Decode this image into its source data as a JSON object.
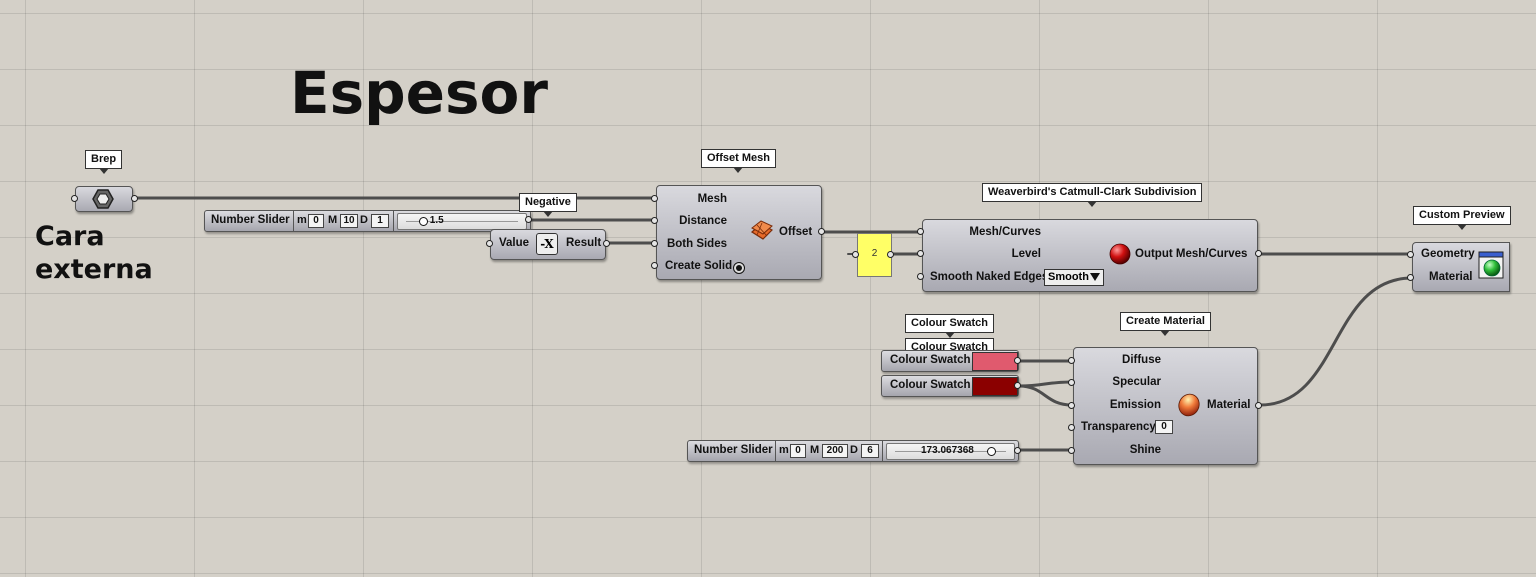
{
  "canvas": {
    "title": "Espesor",
    "side_label_line1": "Cara",
    "side_label_line2": "externa"
  },
  "brep": {
    "tag": "Brep",
    "icon": "brep-hexagon-icon"
  },
  "slider1": {
    "name": "Number Slider",
    "m_label": "m",
    "min": "0",
    "M_label": "M",
    "max": "10",
    "D_label": "D",
    "decimals": "1",
    "value": "1.5",
    "fraction": 0.15
  },
  "negative": {
    "tag": "Negative",
    "in_label": "Value",
    "out_label": "Result",
    "icon_text": "-X"
  },
  "offset_mesh": {
    "tag": "Offset Mesh",
    "inputs": [
      "Mesh",
      "Distance",
      "Both Sides",
      "Create Solid"
    ],
    "output": "Offset",
    "icon": "offset-mesh-icon"
  },
  "panel": {
    "value": "2",
    "color": "#ffff66"
  },
  "weaverbird": {
    "tag": "Weaverbird's Catmull-Clark Subdivision",
    "inputs": [
      "Mesh/Curves",
      "Level",
      "Smooth Naked Edges"
    ],
    "dropdown_value": "Smooth",
    "output": "Output Mesh/Curves",
    "icon": "weaverbird-red-ball-icon"
  },
  "custom_preview": {
    "tag": "Custom Preview",
    "inputs": [
      "Geometry",
      "Material"
    ],
    "icon": "custom-preview-icon"
  },
  "swatches": {
    "tag1": "Colour Swatch",
    "tag2": "Colour Swatch",
    "items": [
      {
        "label": "Colour Swatch",
        "color": "#e05a6e"
      },
      {
        "label": "Colour Swatch",
        "color": "#8b0000"
      }
    ]
  },
  "create_material": {
    "tag": "Create Material",
    "inputs": [
      "Diffuse",
      "Specular",
      "Emission",
      "Transparency",
      "Shine"
    ],
    "transparency_value": "0",
    "output": "Material",
    "icon": "material-ball-icon"
  },
  "slider2": {
    "name": "Number Slider",
    "m_label": "m",
    "min": "0",
    "M_label": "M",
    "max": "200",
    "D_label": "D",
    "decimals": "6",
    "value": "173.067368",
    "fraction": 0.865
  },
  "colors": {
    "canvas": "#d4d0c8",
    "wire": "#555555",
    "component": "#b4b4bc"
  }
}
